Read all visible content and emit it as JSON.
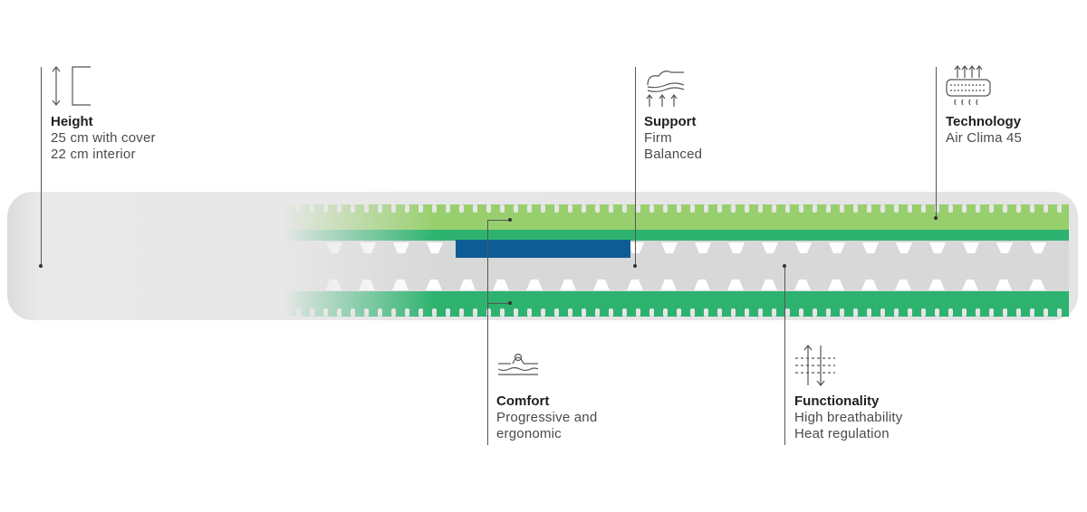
{
  "features": {
    "height": {
      "title": "Height",
      "lines": [
        "25 cm with cover",
        "22 cm interior"
      ],
      "icon": "height-arrow-icon"
    },
    "support": {
      "title": "Support",
      "lines": [
        "Firm",
        "Balanced"
      ],
      "icon": "body-support-icon"
    },
    "technology": {
      "title": "Technology",
      "lines": [
        "Air Clima 45"
      ],
      "icon": "airflow-mattress-icon"
    },
    "comfort": {
      "title": "Comfort",
      "lines": [
        "Progressive and",
        "ergonomic"
      ],
      "icon": "comfort-layer-icon"
    },
    "functionality": {
      "title": "Functionality",
      "lines": [
        "High breathability",
        "Heat regulation"
      ],
      "icon": "breathability-icon"
    }
  },
  "colors": {
    "cover": "#e6e6e6",
    "top_foam": "#98cf6e",
    "green_band": "#2db36f",
    "support_block": "#0d5c96",
    "core": "#d6d6d6"
  }
}
